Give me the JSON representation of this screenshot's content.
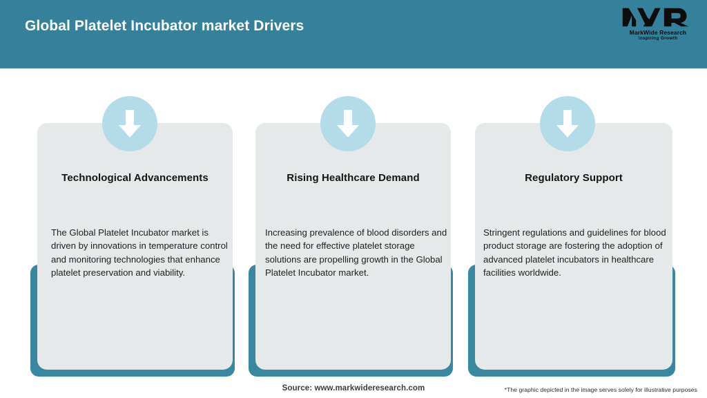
{
  "header": {
    "title": "Global Platelet Incubator market Drivers",
    "background_color": "#35819B",
    "title_color": "#FFFFFF"
  },
  "logo": {
    "mark": "MWR",
    "name": "MarkWide Research",
    "tagline": "Inspiring Growth"
  },
  "theme": {
    "teal_frame": "#3A88A0",
    "panel_fill": "#E5E9EA",
    "badge_fill": "#B3DCE8",
    "arrow_fill": "#FFFFFF",
    "heading_color": "#141414",
    "body_color": "#1F1F1F"
  },
  "cards": [
    {
      "icon": "arrow-down-circle-icon",
      "heading": "Technological Advancements",
      "body": "The Global Platelet Incubator market is driven by innovations in temperature control and monitoring technologies that enhance platelet preservation and viability."
    },
    {
      "icon": "arrow-down-circle-icon",
      "heading": "Rising Healthcare Demand",
      "body": "Increasing prevalence of blood disorders and the need for effective platelet storage solutions are propelling growth in the Global Platelet Incubator market."
    },
    {
      "icon": "arrow-down-circle-icon",
      "heading": "Regulatory Support",
      "body": "Stringent regulations and guidelines for blood product storage are fostering the adoption of advanced platelet incubators in healthcare facilities worldwide."
    }
  ],
  "footer": {
    "source": "Source: www.markwideresearch.com",
    "disclaimer": "*The graphic depicted in the image serves solely for illustrative purposes"
  }
}
